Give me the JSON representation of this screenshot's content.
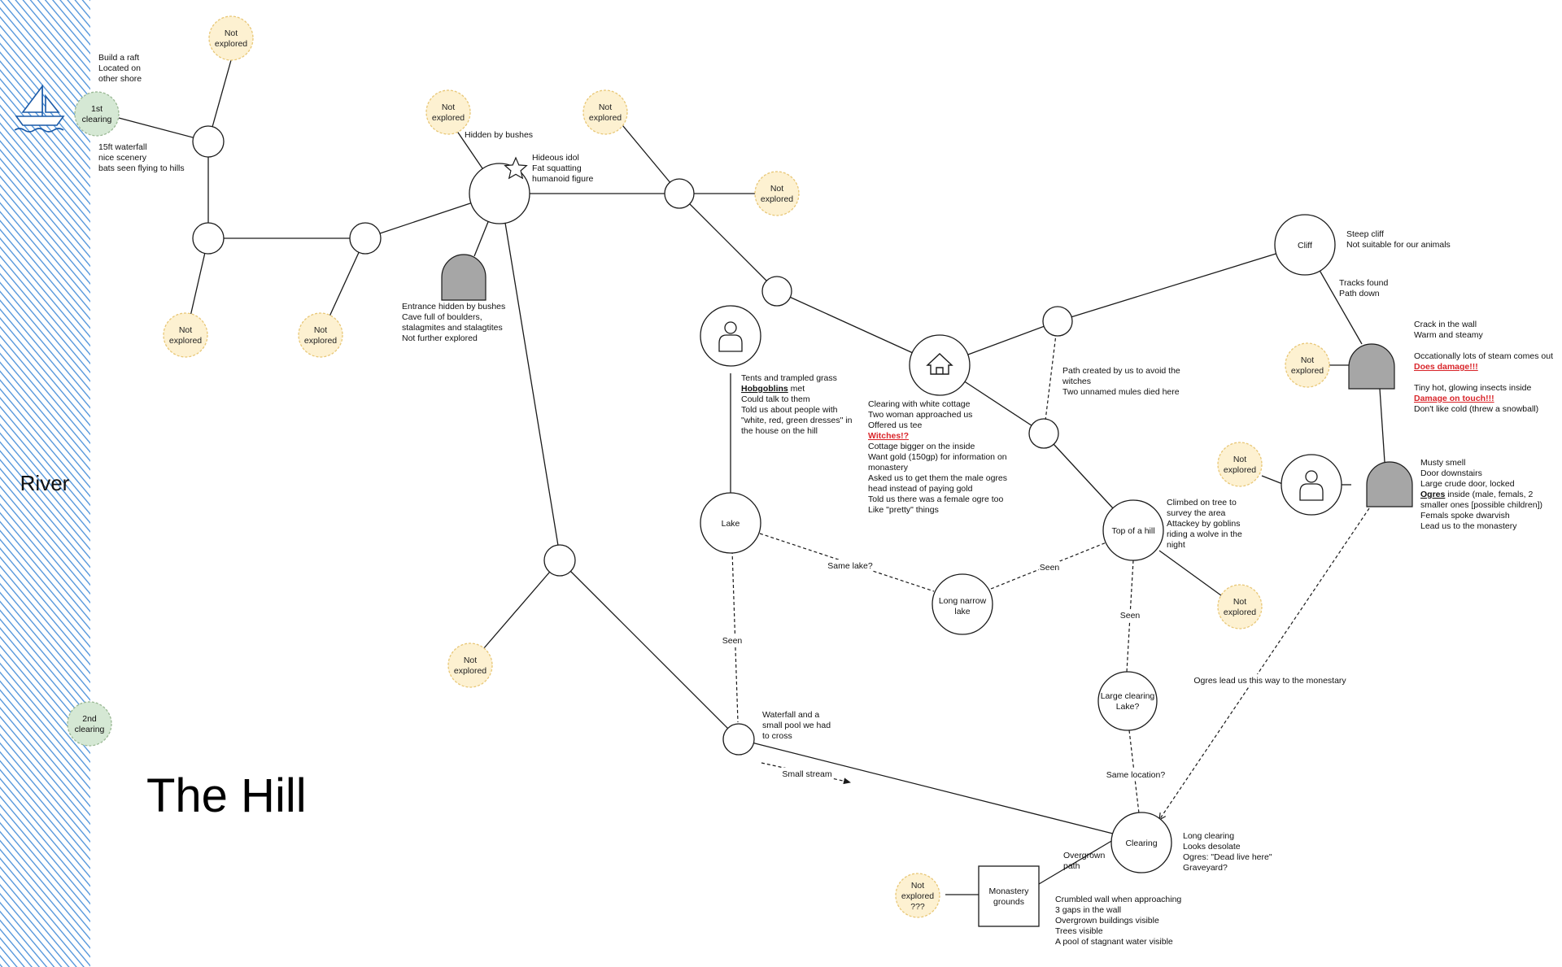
{
  "title": "The Hill",
  "river_label": "River",
  "colors": {
    "river_fill": "#4a90d9",
    "not_explored_fill": "#fdf1d1",
    "not_explored_stroke": "#e8c777",
    "clearing_fill": "#d5e8d4",
    "clearing_stroke": "#9ab894",
    "cave_fill": "#a6a6a6",
    "line": "#1a1a1a"
  },
  "not_explored_lines": {
    "default": [
      "Not",
      "explored"
    ],
    "monastery_side": [
      "Not",
      "explored",
      "???"
    ]
  },
  "clearings": {
    "first": [
      "1st",
      "clearing"
    ],
    "second": [
      "2nd",
      "clearing"
    ]
  },
  "nodes": {
    "cliff": "Cliff",
    "lake": "Lake",
    "long_narrow_lake": [
      "Long narrow",
      "lake"
    ],
    "top_of_hill": "Top of a hill",
    "large_clearing": [
      "Large clearing",
      "Lake?"
    ],
    "clearing": "Clearing",
    "monastery": [
      "Monastery",
      "grounds"
    ]
  },
  "notes": {
    "raft": [
      "Build a raft",
      "Located on",
      "other shore"
    ],
    "waterfall_15ft": [
      "15ft waterfall",
      "nice scenery",
      "bats seen flying to hills"
    ],
    "hidden_by_bushes": "Hidden by bushes",
    "idol": [
      "Hideous idol",
      "Fat squatting",
      "humanoid figure"
    ],
    "cave_entrance": [
      "Entrance hidden by bushes",
      "Cave full of boulders,",
      "stalagmites and stalagtites",
      "Not further explored"
    ],
    "hobgoblins": {
      "line1": "Tents and trampled grass",
      "line2_bold": "Hobgoblins",
      "line2_rest": " met",
      "rest": [
        "Could talk to them",
        "Told us about people with",
        "\"white, red, green dresses\" in",
        "the house on the hill"
      ]
    },
    "cottage": {
      "top": [
        "Clearing with white cottage",
        "Two woman approached us",
        "Offered us tee"
      ],
      "witches": "Witches!?",
      "bottom": [
        "Cottage bigger on the inside",
        "Want gold (150gp) for information on",
        "monastery",
        "Asked us to get them the male ogres",
        "head instead of paying gold",
        "Told us there was a female ogre too",
        "Like \"pretty\" things"
      ]
    },
    "path_created": [
      "Path created by us to avoid the",
      "witches",
      "Two unnamed mules died here"
    ],
    "cliff_note": [
      "Steep cliff",
      "Not suitable for our animals"
    ],
    "tracks": [
      "Tracks found",
      "Path down"
    ],
    "crack": {
      "top": [
        "Crack in the wall",
        "Warm and steamy",
        "",
        "Occationally lots of steam comes out"
      ],
      "damage1": "Does damage!!!",
      "mid": [
        "",
        "Tiny hot, glowing insects inside"
      ],
      "damage2": "Damage on touch!!!",
      "bottom": [
        "Don't like cold (threw a snowball)"
      ]
    },
    "ogre_cave": {
      "top": [
        "Musty smell",
        "Door downstairs",
        "Large crude door, locked"
      ],
      "ogres_bold": "Ogres",
      "ogres_rest": " inside (male, femals, 2",
      "bottom": [
        "smaller ones [possible children])",
        "Femals spoke dwarvish",
        "Lead us to the monastery"
      ]
    },
    "climbed": [
      "Climbed on tree to",
      "survey the area",
      "Attackey by goblins",
      "riding a wolve in the",
      "night"
    ],
    "waterfall_pool": [
      "Waterfall and a",
      "small pool we had",
      "to cross"
    ],
    "long_clearing": [
      "Long clearing",
      "Looks desolate",
      "Ogres: \"Dead live here\"",
      "Graveyard?"
    ],
    "overgrown_path": [
      "Overgrown",
      "path"
    ],
    "crumbled_wall": [
      "Crumbled wall when approaching",
      "3 gaps in the wall",
      "Overgrown buildings visible",
      "Trees visible",
      "A pool of stagnant water visible"
    ]
  },
  "edge_labels": {
    "same_lake": "Same lake?",
    "seen_lake": "Seen",
    "seen_hill": "Seen",
    "seen_down": "Seen",
    "same_location": "Same location?",
    "ogres_lead": "Ogres lead us this way to the monestary",
    "small_stream": "Small stream"
  }
}
